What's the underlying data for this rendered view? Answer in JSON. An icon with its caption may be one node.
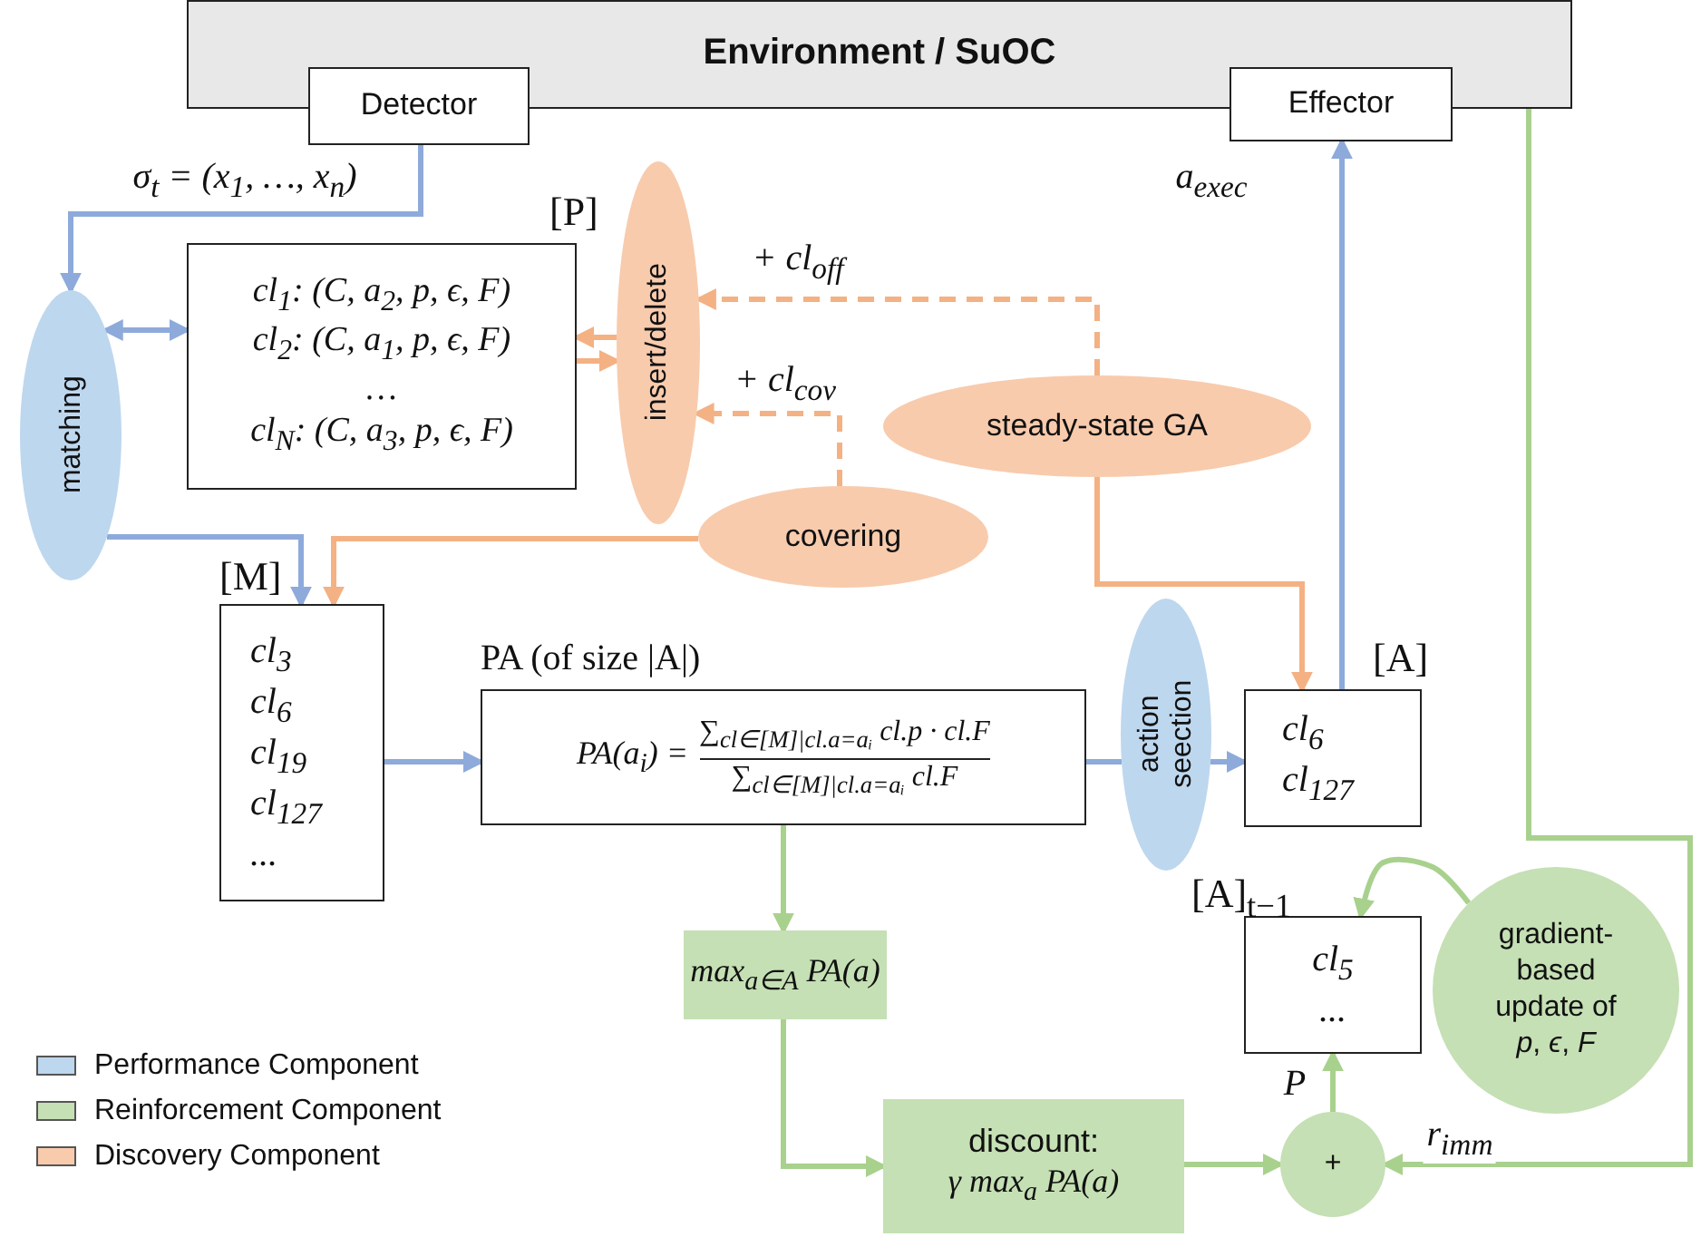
{
  "diagram": {
    "nodes": [
      {
        "text": [
          "Environment / SuOC"
        ]
      },
      {
        "text": [
          "Detector"
        ]
      },
      {
        "text": [
          "Effector"
        ]
      },
      {
        "text": [
          "matching"
        ]
      },
      {
        "text": [
          "cl$_{1}$: (C, a$_{2}$, p, ϵ, F)",
          "cl$_{2}$: (C, a$_{1}$, p, ϵ, F)",
          "…",
          "cl$_{N}$: (C, a$_{3}$, p, ϵ, F)"
        ],
        "beside": [
          "[P]"
        ]
      },
      {
        "text": [
          "insert/delete"
        ]
      },
      {
        "text": [
          "steady-state GA"
        ]
      },
      {
        "text": [
          "covering"
        ]
      },
      {
        "text": [
          "cl$_{3}$",
          "cl$_{6}$",
          "cl$_{19}$",
          "cl$_{127}$",
          "..."
        ],
        "beside": [
          "[M]"
        ]
      },
      {
        "text": [
          "PA(a$_{i}$) =",
          "∑$_{cl∈[M]|cl.a=aᵢ}$ cl.p · cl.F",
          "∑$_{cl∈[M]|cl.a=aᵢ}$ cl.F"
        ],
        "beside": [
          "PA (of size |A|)"
        ]
      },
      {
        "text": [
          "action seection"
        ]
      },
      {
        "text": [
          "cl$_{6}$",
          "cl$_{127}$"
        ],
        "beside": [
          "[A]"
        ]
      },
      {
        "text": [
          "cl$_{5}$",
          "..."
        ],
        "beside": [
          "[A]$_{t−1}$"
        ]
      },
      {
        "text": [
          "max$_{a∈A}$ PA(a)"
        ]
      },
      {
        "text": [
          "discount:",
          "γ max$_{a}$ PA(a)"
        ]
      },
      {
        "text": [
          "+"
        ]
      },
      {
        "text": [
          "gradient- based update of *p*, *ϵ*, *F*"
        ]
      }
    ],
    "edges": [
      {
        "from": 1,
        "to": 3,
        "arrow": "to",
        "label": "σ$_{t}$ = (x$_{1}$, …, x$_{n}$)",
        "color": "#8eaadb"
      },
      {
        "from": 3,
        "to": 4,
        "arrow": "both",
        "color": "#8eaadb"
      },
      {
        "from": 5,
        "to": 4,
        "arrow": "to",
        "color": "#f4b183"
      },
      {
        "from": 4,
        "to": 5,
        "arrow": "to",
        "color": "#f4b183"
      },
      {
        "from": 6,
        "to": 5,
        "arrow": "to",
        "label": "+ cl$_{off}$",
        "style": "dashed",
        "color": "#f4b183"
      },
      {
        "from": 7,
        "to": 5,
        "arrow": "to",
        "label": "+ cl$_{cov}$",
        "style": "dashed",
        "color": "#f4b183"
      },
      {
        "from": 3,
        "to": 8,
        "arrow": "to",
        "color": "#8eaadb"
      },
      {
        "from": 7,
        "to": 8,
        "arrow": "to",
        "color": "#f4b183"
      },
      {
        "from": 8,
        "to": 9,
        "arrow": "to",
        "color": "#8eaadb"
      },
      {
        "from": 9,
        "to": 10,
        "arrow": "none",
        "color": "#8eaadb"
      },
      {
        "from": 10,
        "to": 11,
        "arrow": "to",
        "color": "#8eaadb"
      },
      {
        "from": 6,
        "to": 11,
        "arrow": "to",
        "color": "#f4b183"
      },
      {
        "from": 11,
        "to": 2,
        "arrow": "to",
        "label": "a$_{exec}$",
        "color": "#8eaadb"
      },
      {
        "from": 9,
        "to": 13,
        "arrow": "to",
        "color": "#a9d18e"
      },
      {
        "from": 13,
        "to": 14,
        "arrow": "to",
        "color": "#a9d18e"
      },
      {
        "from": 14,
        "to": 15,
        "arrow": "to",
        "color": "#a9d18e"
      },
      {
        "from": 0,
        "to": 15,
        "arrow": "to",
        "label": "r$_{imm}$",
        "color": "#a9d18e"
      },
      {
        "from": 15,
        "to": 12,
        "arrow": "to",
        "label": "P",
        "color": "#a9d18e"
      },
      {
        "from": 16,
        "to": 12,
        "arrow": "to",
        "color": "#a9d18e"
      }
    ],
    "legend": [
      {
        "text": "Performance Component",
        "color": "#bdd7ee"
      },
      {
        "text": "Reinforcement Component",
        "color": "#c5e0b4"
      },
      {
        "text": "Discovery Component",
        "color": "#f8cbad"
      }
    ]
  }
}
